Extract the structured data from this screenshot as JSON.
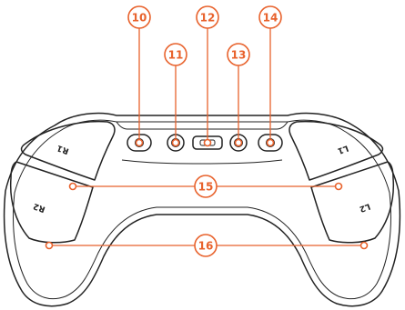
{
  "callouts": {
    "c10": "10",
    "c11": "11",
    "c12": "12",
    "c13": "13",
    "c14": "14",
    "c15": "15",
    "c16": "16"
  },
  "buttons": {
    "r1": "R1",
    "r2": "R2",
    "l1": "L1",
    "l2": "L2"
  },
  "colors": {
    "accent": "#e8622c",
    "outline": "#222222"
  }
}
